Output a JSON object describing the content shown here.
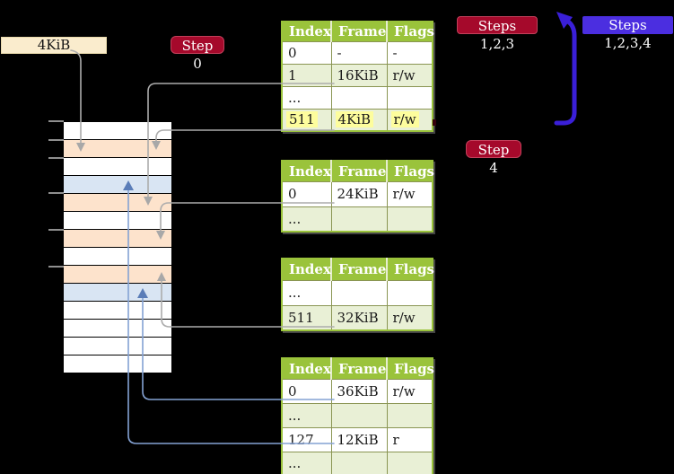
{
  "page": {
    "background": "#000000"
  },
  "labels": {
    "page_size_label": "4KiB",
    "step0": "Step 0",
    "steps123": "Steps 1,2,3",
    "steps1234": "Steps 1,2,3,4",
    "step4": "Step 4"
  },
  "colors": {
    "table_header_green": "#9ac33b",
    "table_row_alt_green": "#e9f0d6",
    "highlight_yellow": "#fdfd9d",
    "badge_red": "#a5092b",
    "badge_blue": "#4b2ee0",
    "memory_page_table_frame": "#fde3cc",
    "memory_mapped_frame": "#d9e5f3",
    "memory_free_frame": "#ffffff",
    "connector_gray": "#acacac",
    "connector_blue": "#84a2d4",
    "arrow_head_blue": "#5a7db8",
    "loop_arrow_blue": "#3a1fd8"
  },
  "tables": [
    {
      "id": "pt4",
      "headers": [
        "Index",
        "Frame",
        "Flags"
      ],
      "rows": [
        {
          "cells": [
            "0",
            "-",
            "-"
          ]
        },
        {
          "cells": [
            "1",
            "16KiB",
            "r/w"
          ],
          "underline": "gray"
        },
        {
          "cells": [
            "...",
            "",
            ""
          ]
        },
        {
          "cells": [
            "511",
            "4KiB",
            "r/w"
          ],
          "underline": "gray",
          "highlight": true
        }
      ]
    },
    {
      "id": "pt3",
      "headers": [
        "Index",
        "Frame",
        "Flags"
      ],
      "rows": [
        {
          "cells": [
            "0",
            "24KiB",
            "r/w"
          ],
          "underline": "gray"
        },
        {
          "cells": [
            "...",
            "",
            ""
          ]
        }
      ]
    },
    {
      "id": "pt2",
      "headers": [
        "Index",
        "Frame",
        "Flags"
      ],
      "rows": [
        {
          "cells": [
            "...",
            "",
            ""
          ]
        },
        {
          "cells": [
            "511",
            "32KiB",
            "r/w"
          ],
          "underline": "gray"
        }
      ]
    },
    {
      "id": "pt1",
      "headers": [
        "Index",
        "Frame",
        "Flags"
      ],
      "rows": [
        {
          "cells": [
            "0",
            "36KiB",
            "r/w"
          ],
          "underline": "blue"
        },
        {
          "cells": [
            "...",
            "",
            ""
          ]
        },
        {
          "cells": [
            "127",
            "12KiB",
            "r"
          ],
          "underline": "blue"
        },
        {
          "cells": [
            "...",
            "",
            ""
          ]
        }
      ]
    }
  ],
  "memory": {
    "rows": [
      {
        "kind": "free"
      },
      {
        "kind": "page-table"
      },
      {
        "kind": "free"
      },
      {
        "kind": "mapped"
      },
      {
        "kind": "page-table"
      },
      {
        "kind": "free"
      },
      {
        "kind": "page-table"
      },
      {
        "kind": "free"
      },
      {
        "kind": "page-table"
      },
      {
        "kind": "mapped"
      },
      {
        "kind": "free"
      },
      {
        "kind": "free"
      },
      {
        "kind": "free"
      },
      {
        "kind": "free"
      }
    ]
  }
}
